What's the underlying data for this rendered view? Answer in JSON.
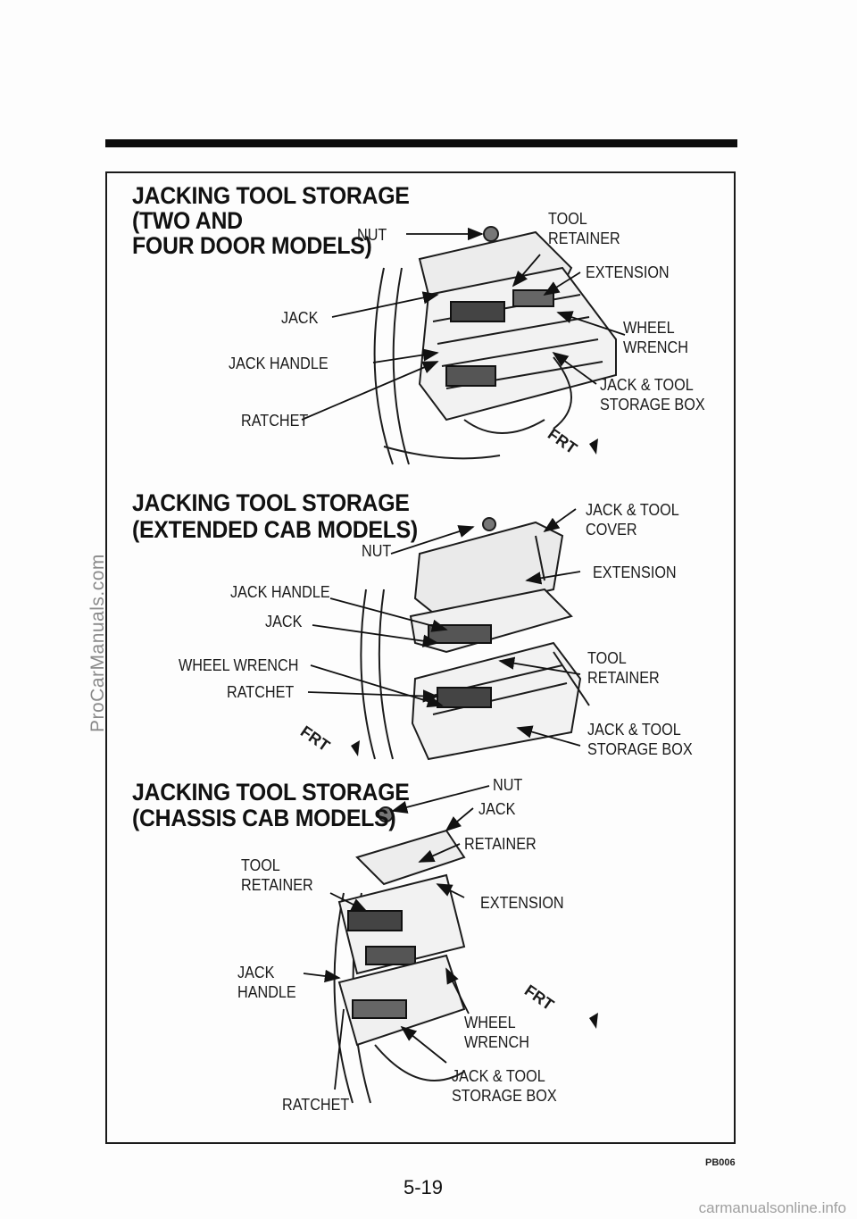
{
  "watermarks": {
    "side": "ProCarManuals.com",
    "bottom": "carmanualsonline.info"
  },
  "figure_code": "PB006",
  "page_number": "5-19",
  "panels": [
    {
      "heading_lines": [
        "JACKING TOOL STORAGE",
        "(TWO AND",
        "FOUR DOOR MODELS)"
      ],
      "labels": {
        "nut": "NUT",
        "tool_retainer": "TOOL\nRETAINER",
        "extension": "EXTENSION",
        "jack": "JACK",
        "wheel_wrench": "WHEEL\nWRENCH",
        "jack_handle": "JACK HANDLE",
        "storage_box": "JACK & TOOL\nSTORAGE BOX",
        "ratchet": "RATCHET",
        "frt": "FRT"
      }
    },
    {
      "heading_lines": [
        "JACKING TOOL STORAGE",
        "(EXTENDED CAB MODELS)"
      ],
      "labels": {
        "cover": "JACK & TOOL\nCOVER",
        "nut": "NUT",
        "extension": "EXTENSION",
        "jack_handle": "JACK HANDLE",
        "jack": "JACK",
        "wheel_wrench": "WHEEL WRENCH",
        "tool_retainer": "TOOL\nRETAINER",
        "ratchet": "RATCHET",
        "storage_box": "JACK & TOOL\nSTORAGE BOX",
        "frt": "FRT"
      }
    },
    {
      "heading_lines": [
        "JACKING TOOL STORAGE",
        "(CHASSIS CAB MODELS)"
      ],
      "labels": {
        "nut": "NUT",
        "jack": "JACK",
        "retainer": "RETAINER",
        "tool_retainer": "TOOL\nRETAINER",
        "extension": "EXTENSION",
        "jack_handle": "JACK\nHANDLE",
        "wheel_wrench": "WHEEL\nWRENCH",
        "storage_box": "JACK & TOOL\nSTORAGE BOX",
        "ratchet": "RATCHET",
        "frt": "FRT"
      }
    }
  ]
}
